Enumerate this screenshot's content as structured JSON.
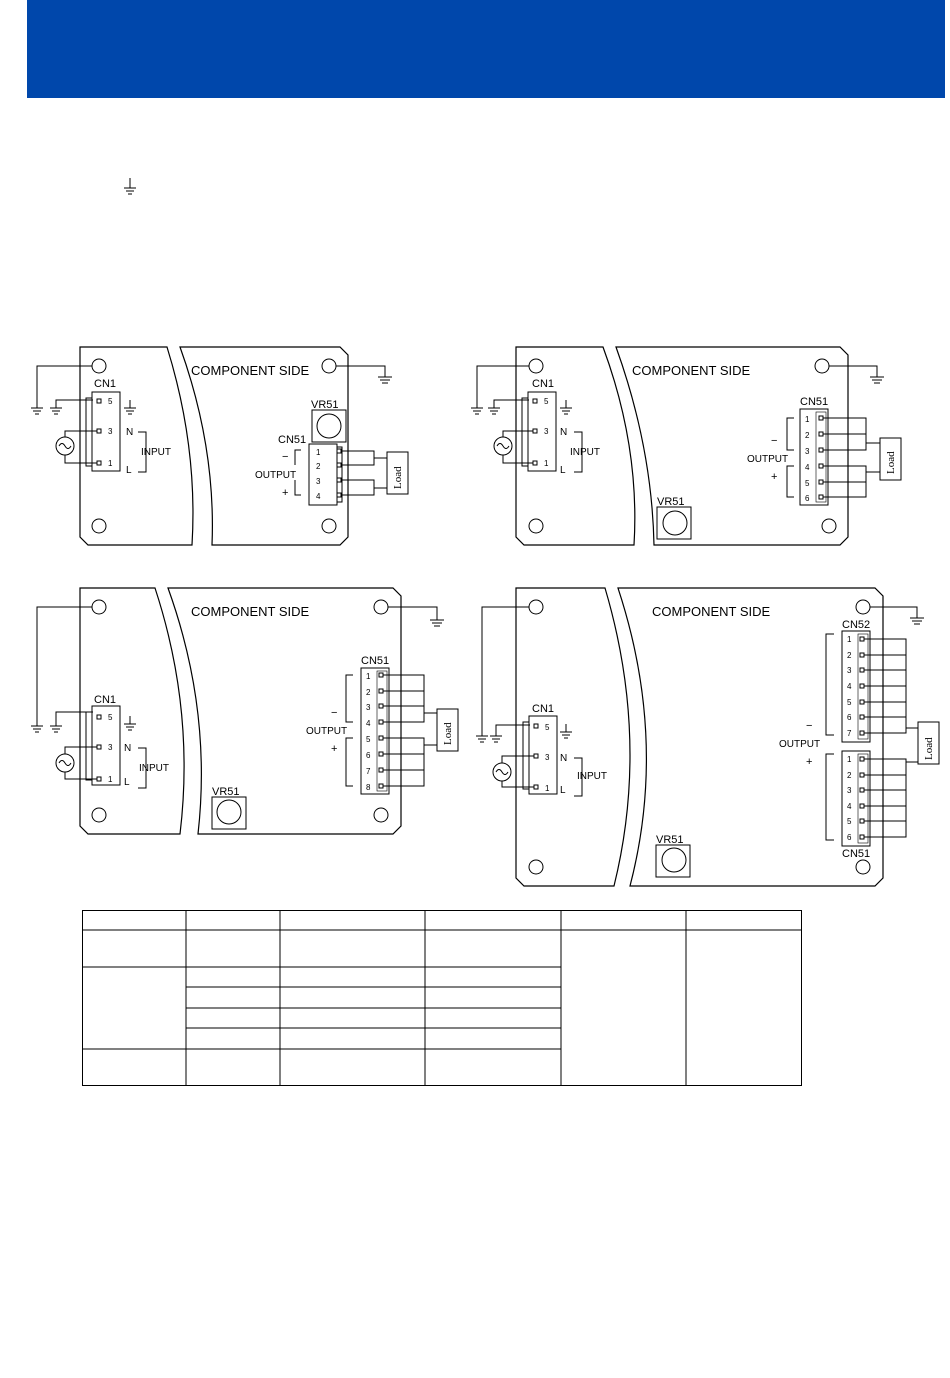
{
  "colors": {
    "banner": "#0047ab",
    "line": "#000000",
    "background": "#ffffff"
  },
  "icons": {
    "earth": "ground-symbol-icon",
    "ac_source": "ac-source-icon"
  },
  "diagrams": [
    {
      "id": "a",
      "component_side_label": "COMPONENT SIDE",
      "input_connector": "CN1",
      "input_pins": [
        "5",
        "3",
        "1"
      ],
      "input_terms": [
        "N",
        "L"
      ],
      "input_label": "INPUT",
      "trimmer": "VR51",
      "output_connector": "CN51",
      "output_pins": [
        "1",
        "2",
        "3",
        "4"
      ],
      "minus_sign": "−",
      "plus_sign": "+",
      "output_label": "OUTPUT",
      "load_label": "Load"
    },
    {
      "id": "b",
      "component_side_label": "COMPONENT SIDE",
      "input_connector": "CN1",
      "input_pins": [
        "5",
        "3",
        "1"
      ],
      "input_terms": [
        "N",
        "L"
      ],
      "input_label": "INPUT",
      "trimmer": "VR51",
      "output_connector": "CN51",
      "output_pins": [
        "1",
        "2",
        "3",
        "4",
        "5",
        "6"
      ],
      "minus_sign": "−",
      "plus_sign": "+",
      "output_label": "OUTPUT",
      "load_label": "Load"
    },
    {
      "id": "c",
      "component_side_label": "COMPONENT SIDE",
      "input_connector": "CN1",
      "input_pins": [
        "5",
        "3",
        "1"
      ],
      "input_terms": [
        "N",
        "L"
      ],
      "input_label": "INPUT",
      "trimmer": "VR51",
      "output_connector": "CN51",
      "output_pins": [
        "1",
        "2",
        "3",
        "4",
        "5",
        "6",
        "7",
        "8"
      ],
      "minus_sign": "−",
      "plus_sign": "+",
      "output_label": "OUTPUT",
      "load_label": "Load"
    },
    {
      "id": "d",
      "component_side_label": "COMPONENT SIDE",
      "input_connector": "CN1",
      "input_pins": [
        "5",
        "3",
        "1"
      ],
      "input_terms": [
        "N",
        "L"
      ],
      "input_label": "INPUT",
      "trimmer": "VR51",
      "output_connector_top": "CN52",
      "output_pins_top": [
        "1",
        "2",
        "3",
        "4",
        "5",
        "6",
        "7"
      ],
      "output_connector_bottom": "CN51",
      "output_pins_bottom": [
        "1",
        "2",
        "3",
        "4",
        "5",
        "6"
      ],
      "minus_sign": "−",
      "plus_sign": "+",
      "output_label": "OUTPUT",
      "load_label": "Load"
    }
  ]
}
